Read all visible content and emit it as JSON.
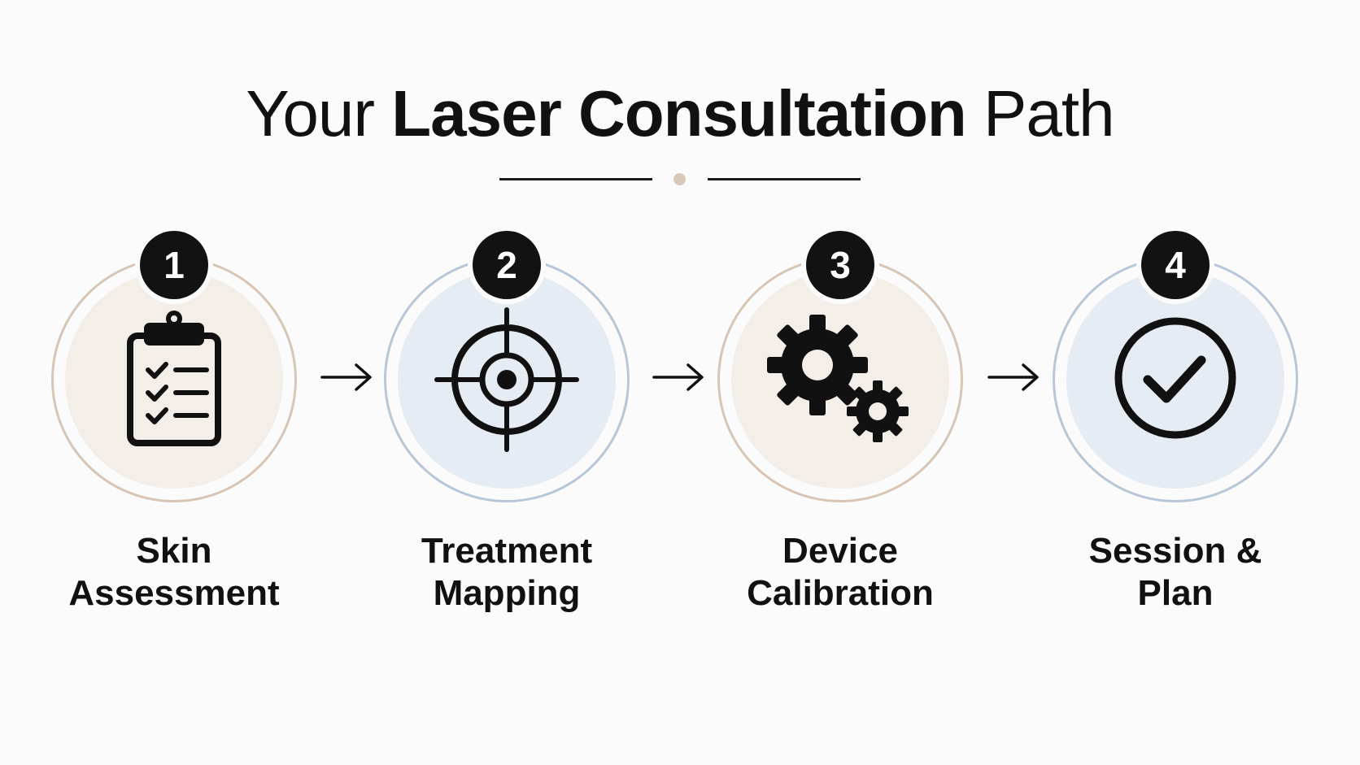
{
  "title": {
    "prefix": "Your",
    "emphasis": "Laser Consultation",
    "suffix": "Path"
  },
  "colors": {
    "background": "#fbfbfb",
    "badge": "#121212",
    "divider_dot": "#d9c9b9",
    "warm_ring": "#d8c6b5",
    "warm_fill": "#f3eee8",
    "cool_ring": "#b8c7d8",
    "cool_fill": "#e6ecf4"
  },
  "steps": [
    {
      "number": "1",
      "label_line1": "Skin",
      "label_line2": "Assessment",
      "icon": "clipboard-checklist-icon",
      "tone": "warm"
    },
    {
      "number": "2",
      "label_line1": "Treatment",
      "label_line2": "Mapping",
      "icon": "target-crosshair-icon",
      "tone": "cool"
    },
    {
      "number": "3",
      "label_line1": "Device",
      "label_line2": "Calibration",
      "icon": "gears-icon",
      "tone": "warm"
    },
    {
      "number": "4",
      "label_line1": "Session &",
      "label_line2": "Plan",
      "icon": "check-circle-icon",
      "tone": "cool"
    }
  ],
  "connectors": [
    "arrow-right-icon",
    "arrow-right-icon",
    "arrow-right-icon"
  ]
}
